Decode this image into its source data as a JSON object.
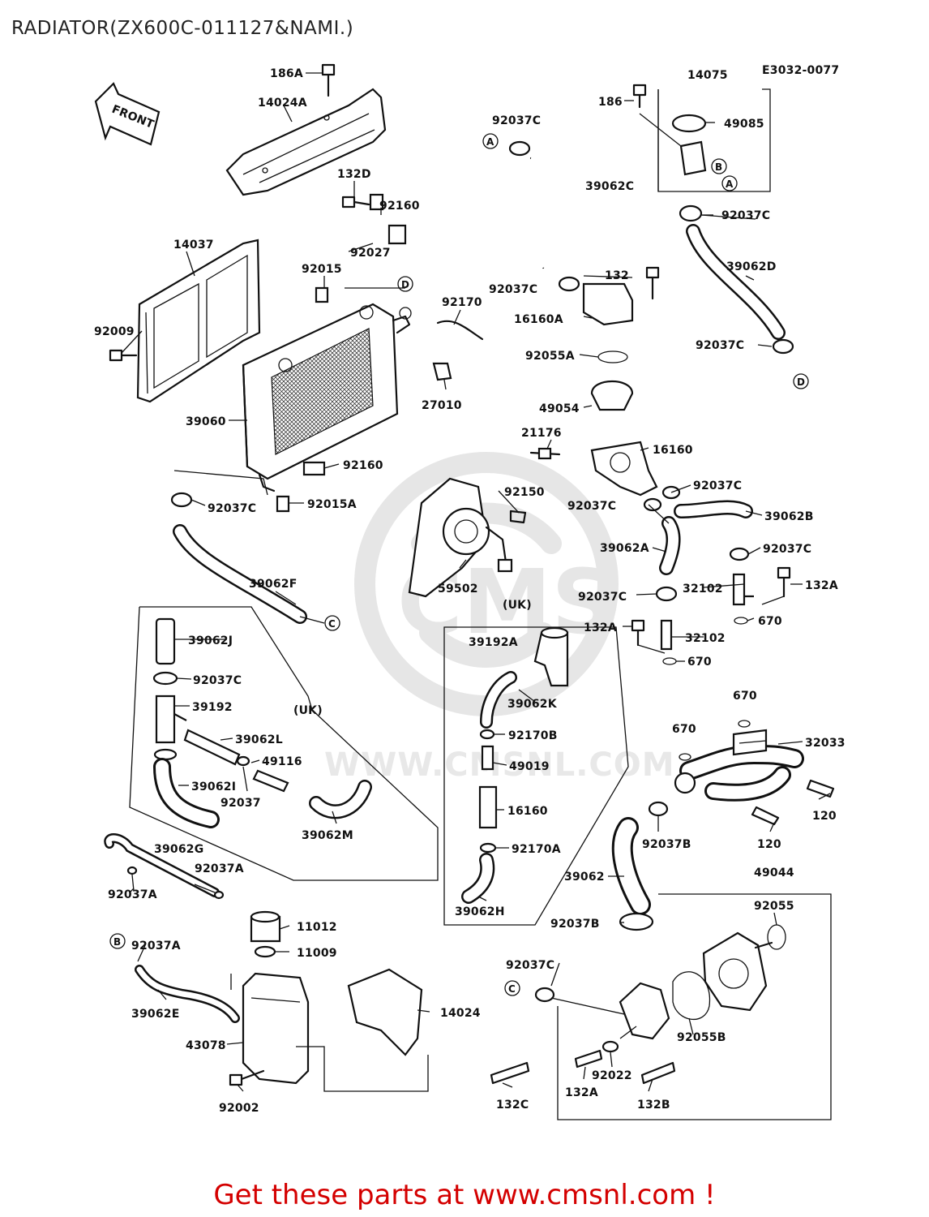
{
  "title": "RADIATOR(ZX600C-011127&NAMI.)",
  "drawing_code": "E3032-0077",
  "front_label": "FRONT",
  "uk_label": "(UK)",
  "footer": "Get these parts at www.cmsnl.com !",
  "watermark": "WWW.CMSNL.COM",
  "colors": {
    "footer": "#d40000",
    "ink": "#111111",
    "watermark": "#e6e6e6"
  },
  "labels": {
    "p186A": "186A",
    "p14024A": "14024A",
    "p14075": "14075",
    "p186": "186",
    "p49085": "49085",
    "p92037C_1": "92037C",
    "p39062C": "39062C",
    "p92037C_2": "92037C",
    "p132D": "132D",
    "p92160_1": "92160",
    "p92027": "92027",
    "p14037": "14037",
    "p92015": "92015",
    "p92009": "92009",
    "p92170": "92170",
    "p132": "132",
    "p92037C_3": "92037C",
    "p16160A": "16160A",
    "p39062D": "39062D",
    "p92037C_4": "92037C",
    "p92055A": "92055A",
    "p27010": "27010",
    "p49054": "49054",
    "p39060": "39060",
    "p21176": "21176",
    "p16160": "16160",
    "p92160_2": "92160",
    "p92150": "92150",
    "p92037C_5": "92037C",
    "p92037C_6": "92037C",
    "p92037C_7": "92037C",
    "p39062B": "39062B",
    "p92015A": "92015A",
    "p39062A": "39062A",
    "p92037C_8": "92037C",
    "p59502": "59502",
    "p39062F": "39062F",
    "p92037C_9": "92037C",
    "p32102_1": "32102",
    "p132A_1": "132A",
    "p132A_2": "132A",
    "p670_1": "670",
    "p32102_2": "32102",
    "p670_2": "670",
    "p39062J": "39062J",
    "p39192A": "39192A",
    "p92037C_10": "92037C",
    "p39192": "39192",
    "p39062K": "39062K",
    "p670_3": "670",
    "p670_4": "670",
    "p32033": "32033",
    "p39062L": "39062L",
    "p92170B": "92170B",
    "p49116": "49116",
    "p49019": "49019",
    "p39062I": "39062I",
    "p92037": "92037",
    "p39062M": "39062M",
    "p16160b": "16160",
    "p120_1": "120",
    "p120_2": "120",
    "p92037B_1": "92037B",
    "p39062G": "39062G",
    "p92037A_1": "92037A",
    "p92170A": "92170A",
    "p39062": "39062",
    "p49044": "49044",
    "p92037A_2": "92037A",
    "p39062H": "39062H",
    "p92055": "92055",
    "p92037B_2": "92037B",
    "p11012": "11012",
    "p11009": "11009",
    "p92037A_3": "92037A",
    "p92037C_11": "92037C",
    "p39062E": "39062E",
    "p14024": "14024",
    "p43078": "43078",
    "p92055B": "92055B",
    "p92022": "92022",
    "p92002": "92002",
    "p132A_3": "132A",
    "p132C": "132C",
    "p132B": "132B"
  },
  "refs": {
    "A": "A",
    "B": "B",
    "C": "C",
    "D": "D"
  }
}
